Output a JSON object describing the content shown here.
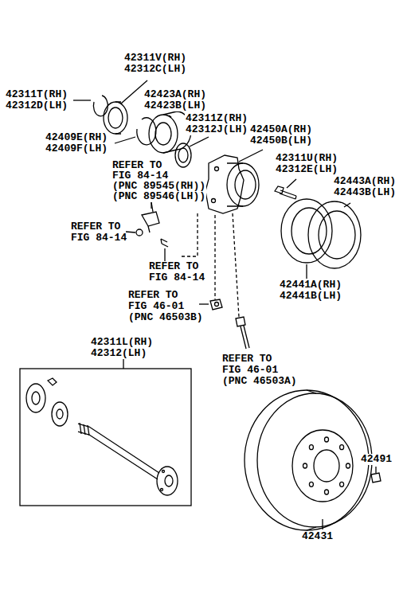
{
  "diagram": {
    "labels": [
      "42311V(RH)",
      "42312C(LH)",
      "42311T(RH)",
      "42312D(LH)",
      "42423A(RH)",
      "42423B(LH)",
      "42311Z(RH)",
      "42312J(LH)",
      "42450A(RH)",
      "42450B(LH)",
      "42409E(RH)",
      "42409F(LH)",
      "42311U(RH)",
      "42312E(LH)",
      "42443A(RH)",
      "42443B(LH)",
      "REFER TO",
      "FIG 84-14",
      "(PNC 89545(RH))",
      "(PNC 89546(LH))",
      "REFER TO",
      "FIG 84-14",
      "REFER TO",
      "FIG 84-14",
      "42441A(RH)",
      "42441B(LH)",
      "REFER TO",
      "FIG 46-01",
      "(PNC 46503B)",
      "REFER TO",
      "FIG 46-01",
      "(PNC 46503A)",
      "42311L(RH)",
      "42312(LH)",
      "42491",
      "42431"
    ]
  }
}
